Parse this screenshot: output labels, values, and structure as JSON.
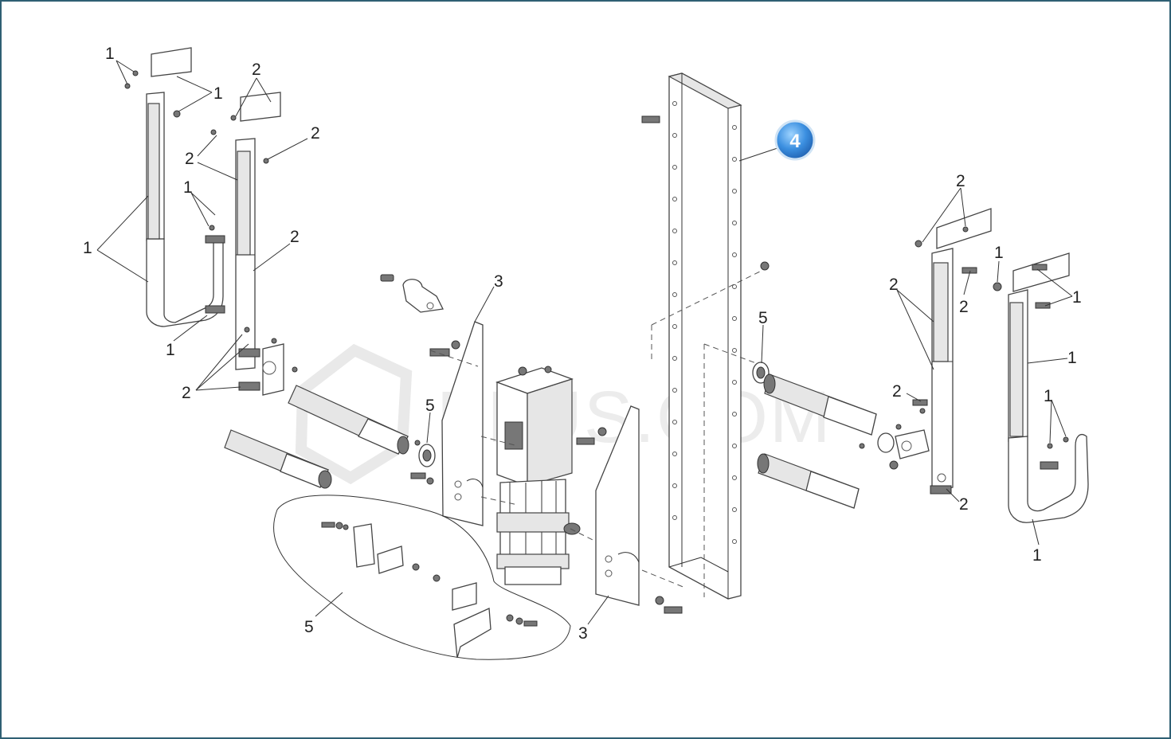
{
  "watermark": {
    "text": "PLUS.COM"
  },
  "callout": {
    "label": "4",
    "color": "#3b8fe0"
  },
  "labels": [
    {
      "id": "l1",
      "text": "1"
    },
    {
      "id": "l2",
      "text": "1"
    },
    {
      "id": "l3",
      "text": "1"
    },
    {
      "id": "l4",
      "text": "1"
    },
    {
      "id": "l5",
      "text": "1"
    },
    {
      "id": "l6",
      "text": "2"
    },
    {
      "id": "l7",
      "text": "2"
    },
    {
      "id": "l8",
      "text": "2"
    },
    {
      "id": "l9",
      "text": "2"
    },
    {
      "id": "l10",
      "text": "2"
    },
    {
      "id": "l11",
      "text": "3"
    },
    {
      "id": "l12",
      "text": "5"
    },
    {
      "id": "l13",
      "text": "5"
    },
    {
      "id": "l14",
      "text": "3"
    },
    {
      "id": "l15",
      "text": "5"
    },
    {
      "id": "l16",
      "text": "2"
    },
    {
      "id": "l17",
      "text": "2"
    },
    {
      "id": "l18",
      "text": "2"
    },
    {
      "id": "l19",
      "text": "2"
    },
    {
      "id": "l20",
      "text": "2"
    },
    {
      "id": "l21",
      "text": "1"
    },
    {
      "id": "l22",
      "text": "1"
    },
    {
      "id": "l23",
      "text": "1"
    },
    {
      "id": "l24",
      "text": "1"
    },
    {
      "id": "l25",
      "text": "1"
    }
  ]
}
